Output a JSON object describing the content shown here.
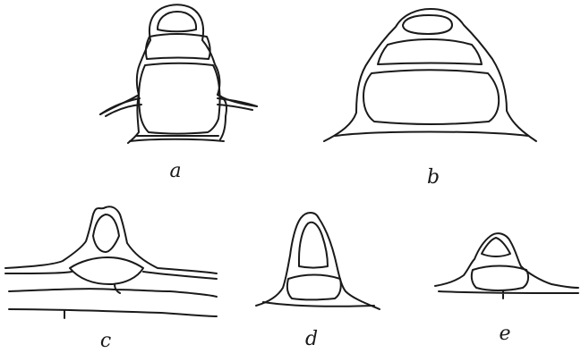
{
  "figure": {
    "labels": {
      "a": "a",
      "b": "b",
      "c": "c",
      "d": "d",
      "e": "e"
    },
    "ink_color": "#1a1a1a",
    "background_color": "#ffffff"
  }
}
